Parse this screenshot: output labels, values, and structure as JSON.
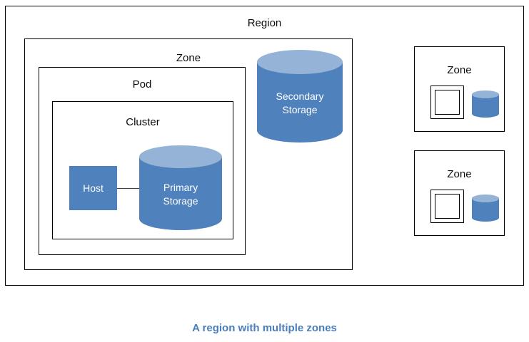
{
  "caption": "A region with multiple zones",
  "colors": {
    "cylinder_body": "#4F81BD",
    "cylinder_top": "#95B3D7",
    "host_fill": "#4F81BD",
    "border": "#000000",
    "caption_text": "#4A7EBB",
    "shape_text": "#FFFFFF",
    "label_text": "#0D0D0D"
  },
  "region": {
    "label": "Region",
    "zone": {
      "label": "Zone",
      "pod": {
        "label": "Pod",
        "cluster": {
          "label": "Cluster",
          "host": {
            "label": "Host"
          },
          "primary_storage": {
            "label": "Primary\nStorage",
            "line1": "Primary",
            "line2": "Storage"
          }
        }
      },
      "secondary_storage": {
        "label": "Secondary\nStorage",
        "line1": "Secondary",
        "line2": "Storage"
      }
    },
    "other_zones": [
      {
        "label": "Zone",
        "square_icon": "nested-square-icon",
        "storage_icon": "cylinder-icon"
      },
      {
        "label": "Zone",
        "square_icon": "nested-square-icon",
        "storage_icon": "cylinder-icon"
      }
    ]
  }
}
